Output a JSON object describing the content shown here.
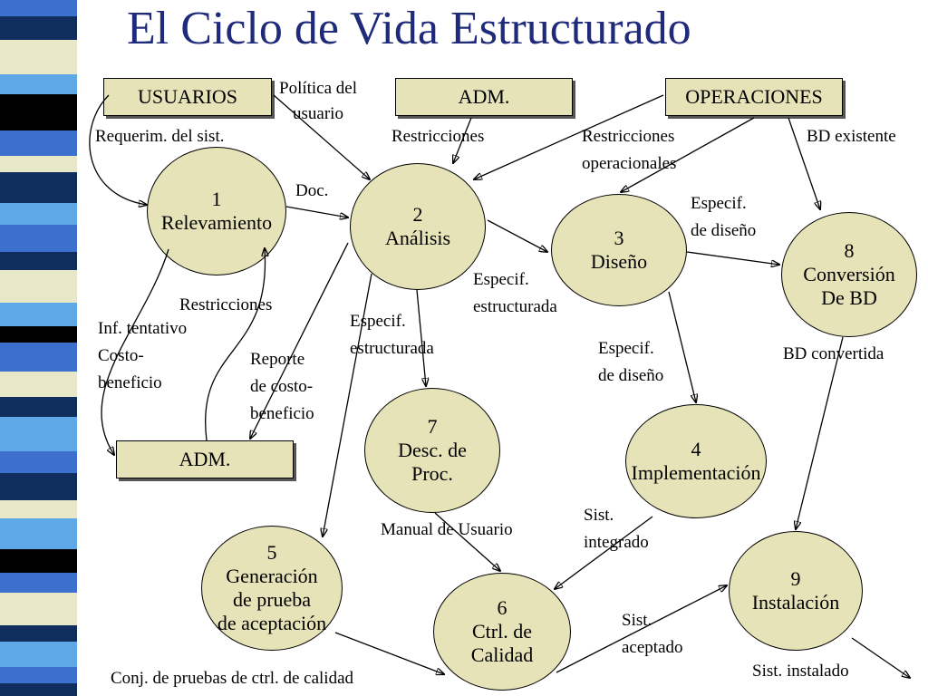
{
  "title": "El Ciclo de Vida Estructurado",
  "colors": {
    "title": "#1f2a7a",
    "node_fill": "#e6e3b8",
    "stripe": [
      "#3d6fcf",
      "#0f2e5e",
      "#e8e8c8",
      "#5ea8e8",
      "#000000",
      "#3d6fcf",
      "#e8e8c8",
      "#0f2e5e",
      "#5ea8e8"
    ]
  },
  "externals": {
    "usuarios": "USUARIOS",
    "adm_top": "ADM.",
    "operaciones": "OPERACIONES",
    "adm_bottom": "ADM."
  },
  "processes": {
    "p1": {
      "number": "1",
      "name": "Relevamiento",
      "name2": ""
    },
    "p2": {
      "number": "2",
      "name": "Análisis",
      "name2": ""
    },
    "p3": {
      "number": "3",
      "name": "Diseño",
      "name2": ""
    },
    "p4": {
      "number": "4",
      "name": "Implementación",
      "name2": ""
    },
    "p5": {
      "number": "5",
      "name": "Generación",
      "name2": "de prueba",
      "name3": "de aceptación"
    },
    "p6": {
      "number": "6",
      "name": "Ctrl. de",
      "name2": "Calidad"
    },
    "p7": {
      "number": "7",
      "name": "Desc. de",
      "name2": "Proc."
    },
    "p8": {
      "number": "8",
      "name": "Conversión",
      "name2": "De BD"
    },
    "p9": {
      "number": "9",
      "name": "Instalación",
      "name2": ""
    }
  },
  "labels": {
    "politica_1": "Política del",
    "politica_2": "usuario",
    "requerim": "Requerim. del sist.",
    "restricciones_top": "Restricciones",
    "restr_oper_1": "Restricciones",
    "restr_oper_2": "operacionales",
    "bd_existente": "BD existente",
    "doc": "Doc.",
    "especif_diseno_top_1": "Especif.",
    "especif_diseno_top_2": "de diseño",
    "especif_estr_right_1": "Especif.",
    "especif_estr_right_2": "estructurada",
    "restricciones_mid": "Restricciones",
    "especif_estr_left_1": "Especif.",
    "especif_estr_left_2": "estructurada",
    "inf_1": "Inf. tentativo",
    "inf_2": "Costo-",
    "inf_3": "beneficio",
    "reporte_1": "Reporte",
    "reporte_2": "de costo-",
    "reporte_3": "beneficio",
    "especif_diseno_mid_1": "Especif.",
    "especif_diseno_mid_2": "de diseño",
    "bd_convertida": "BD convertida",
    "manual": "Manual de Usuario",
    "sist_integrado_1": "Sist.",
    "sist_integrado_2": "integrado",
    "sist_aceptado_1": "Sist.",
    "sist_aceptado_2": "aceptado",
    "sist_instalado": "Sist. instalado",
    "conj_pruebas": "Conj. de pruebas de ctrl. de calidad"
  }
}
